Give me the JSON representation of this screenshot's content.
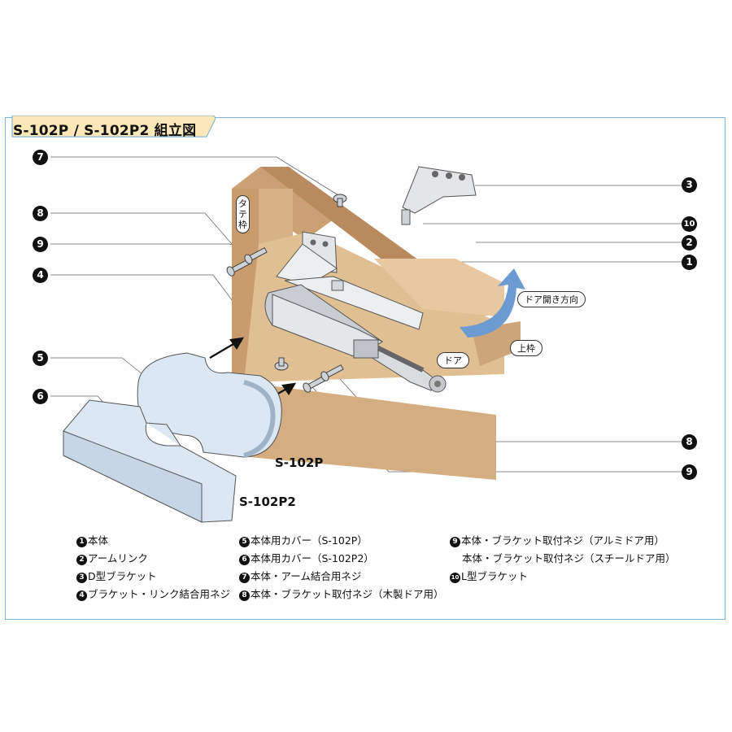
{
  "title": "S-102P / S-102P2 組立図",
  "callouts": [
    {
      "key": "c7",
      "num": "7"
    },
    {
      "key": "c3",
      "num": "3"
    },
    {
      "key": "c8a",
      "num": "8"
    },
    {
      "key": "c10",
      "num": "10"
    },
    {
      "key": "c9a",
      "num": "9"
    },
    {
      "key": "c2",
      "num": "2"
    },
    {
      "key": "c1",
      "num": "1"
    },
    {
      "key": "c4",
      "num": "4"
    },
    {
      "key": "c5",
      "num": "5"
    },
    {
      "key": "c6",
      "num": "6"
    },
    {
      "key": "c8b",
      "num": "8"
    },
    {
      "key": "c9b",
      "num": "9"
    }
  ],
  "labels": {
    "vertical_frame": "タテ枠",
    "door_open_direction": "ドア開き方向",
    "door": "ドア",
    "top_frame": "上枠"
  },
  "models": {
    "s102p": "S-102P",
    "s102p2": "S-102P2"
  },
  "legend": [
    {
      "num": "1",
      "text": "本体"
    },
    {
      "num": "2",
      "text": "アームリンク"
    },
    {
      "num": "3",
      "text": "D型ブラケット"
    },
    {
      "num": "4",
      "text": "ブラケット・リンク結合用ネジ"
    },
    {
      "num": "5",
      "text": "本体用カバー（S-102P）"
    },
    {
      "num": "6",
      "text": "本体用カバー（S-102P2）"
    },
    {
      "num": "7",
      "text": "本体・アーム結合用ネジ"
    },
    {
      "num": "8",
      "text": "本体・ブラケット取付ネジ（木製ドア用）"
    },
    {
      "num": "9",
      "text": "本体・ブラケット取付ネジ（アルミドア用）"
    },
    {
      "num": "",
      "text": "本体・ブラケット取付ネジ（スチールドア用）"
    },
    {
      "num": "10",
      "text": "L型ブラケット"
    }
  ],
  "colors": {
    "frame_border": "#7fb3d8",
    "title_tab": "#fbe7b8",
    "wood": "#d7b287",
    "metal": "#dfe1e4",
    "cover": "#dbe8f3"
  }
}
